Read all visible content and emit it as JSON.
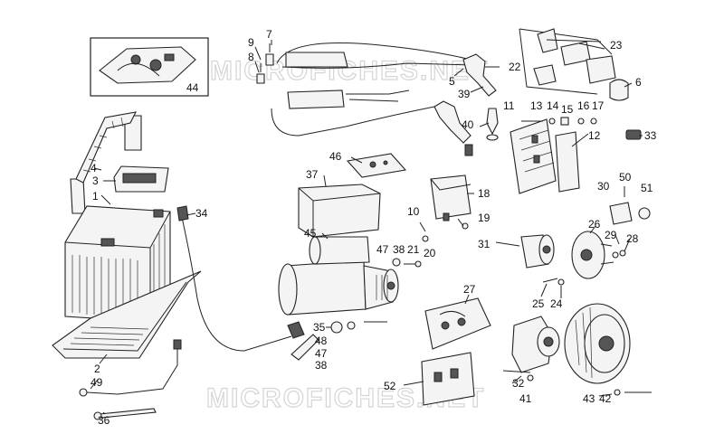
{
  "watermark": "MICROFICHES.NET",
  "labels": [
    {
      "id": "44",
      "text": "44"
    },
    {
      "id": "4",
      "text": "4"
    },
    {
      "id": "3",
      "text": "3"
    },
    {
      "id": "1",
      "text": "1"
    },
    {
      "id": "34",
      "text": "34"
    },
    {
      "id": "2",
      "text": "2"
    },
    {
      "id": "49",
      "text": "49"
    },
    {
      "id": "36",
      "text": "36"
    },
    {
      "id": "9",
      "text": "9"
    },
    {
      "id": "7",
      "text": "7"
    },
    {
      "id": "8",
      "text": "8"
    },
    {
      "id": "5",
      "text": "5"
    },
    {
      "id": "39",
      "text": "39"
    },
    {
      "id": "22",
      "text": "22"
    },
    {
      "id": "23",
      "text": "23"
    },
    {
      "id": "6",
      "text": "6"
    },
    {
      "id": "11",
      "text": "11"
    },
    {
      "id": "13",
      "text": "13"
    },
    {
      "id": "14",
      "text": "14"
    },
    {
      "id": "15",
      "text": "15"
    },
    {
      "id": "16",
      "text": "16"
    },
    {
      "id": "17",
      "text": "17"
    },
    {
      "id": "40",
      "text": "40"
    },
    {
      "id": "12",
      "text": "12"
    },
    {
      "id": "33",
      "text": "33"
    },
    {
      "id": "46",
      "text": "46"
    },
    {
      "id": "37",
      "text": "37"
    },
    {
      "id": "18",
      "text": "18"
    },
    {
      "id": "10",
      "text": "10"
    },
    {
      "id": "19",
      "text": "19"
    },
    {
      "id": "45",
      "text": "45"
    },
    {
      "id": "47a",
      "text": "47"
    },
    {
      "id": "38a",
      "text": "38"
    },
    {
      "id": "21",
      "text": "21"
    },
    {
      "id": "20",
      "text": "20"
    },
    {
      "id": "50",
      "text": "50"
    },
    {
      "id": "30",
      "text": "30"
    },
    {
      "id": "51",
      "text": "51"
    },
    {
      "id": "26",
      "text": "26"
    },
    {
      "id": "31",
      "text": "31"
    },
    {
      "id": "29",
      "text": "29"
    },
    {
      "id": "28",
      "text": "28"
    },
    {
      "id": "25",
      "text": "25"
    },
    {
      "id": "24",
      "text": "24"
    },
    {
      "id": "27",
      "text": "27"
    },
    {
      "id": "35",
      "text": "35"
    },
    {
      "id": "48",
      "text": "48"
    },
    {
      "id": "47b",
      "text": "47"
    },
    {
      "id": "38b",
      "text": "38"
    },
    {
      "id": "52",
      "text": "52"
    },
    {
      "id": "32",
      "text": "32"
    },
    {
      "id": "41",
      "text": "41"
    },
    {
      "id": "43",
      "text": "43"
    },
    {
      "id": "42",
      "text": "42"
    }
  ]
}
